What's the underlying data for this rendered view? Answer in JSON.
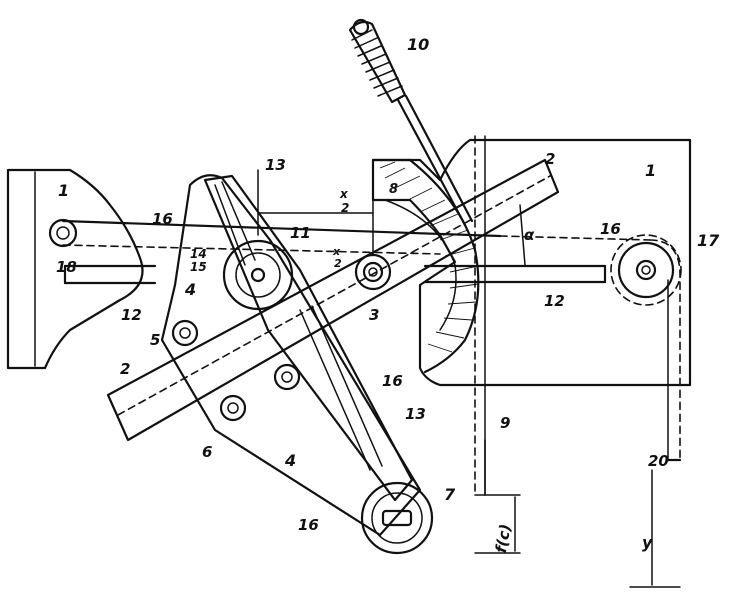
{
  "labels": {
    "plate_left": "1",
    "plate_right": "1",
    "bar": "2",
    "bar_right": "2",
    "pivot": "3",
    "arm_upper": "4",
    "arm_lower": "4",
    "bolt": "5",
    "bolt_lower": "6",
    "pulley_bottom": "7",
    "sector": "8",
    "rod": "9",
    "handle": "10",
    "roller": "11",
    "guide_left": "12",
    "guide_right": "12",
    "slot_upper": "13",
    "slot_lower": "13",
    "hub_a": "14",
    "hub_b": "15",
    "cable_a": "16",
    "cable_b": "16",
    "cable_c": "16",
    "cable_d": "16",
    "pulley_right": "17",
    "pulley_left": "18",
    "end_mark": "20",
    "dim_x_num": "x",
    "dim_x_den": "2",
    "dim_half_num": "x",
    "dim_half_den": "2",
    "angle": "α",
    "f_of_c": "f(c)",
    "y_dim": "y"
  }
}
